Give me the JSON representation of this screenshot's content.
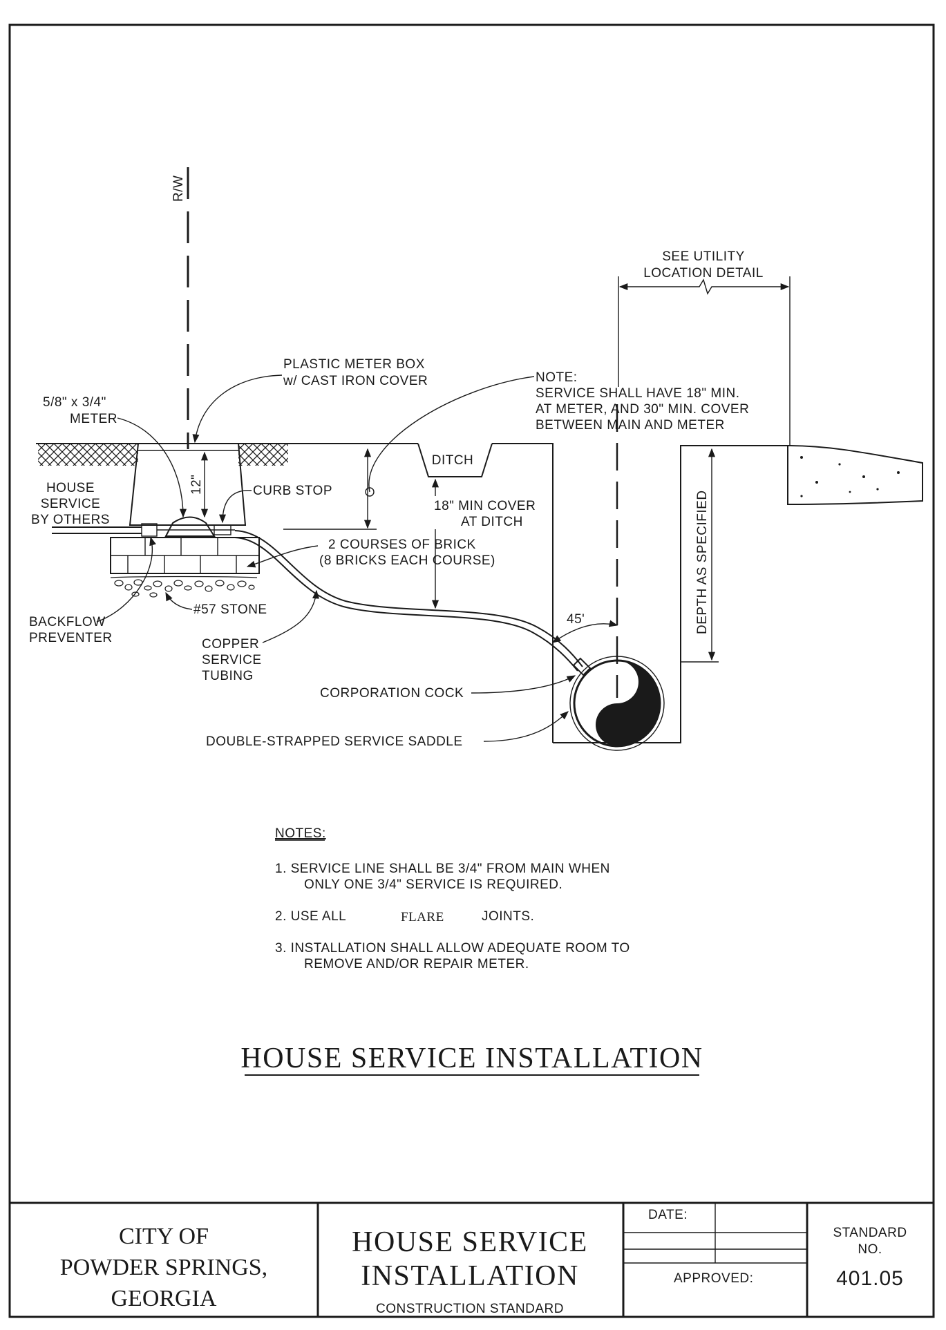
{
  "drawing": {
    "rw_label": "R/W",
    "see_utility_line1": "SEE UTILITY",
    "see_utility_line2": "LOCATION DETAIL",
    "meter_box_line1": "PLASTIC METER BOX",
    "meter_box_line2": "w/ CAST IRON COVER",
    "note_line1": "NOTE:",
    "note_line2": "SERVICE SHALL HAVE 18\" MIN.",
    "note_line3": "AT METER, AND 30\" MIN. COVER",
    "note_line4": "BETWEEN MAIN AND METER",
    "meter_line1": "5/8\" x 3/4\"",
    "meter_line2": "METER",
    "ditch": "DITCH",
    "twelve_inch": "12\"",
    "house_service_line1": "HOUSE",
    "house_service_line2": "SERVICE",
    "house_service_line3": "BY OTHERS",
    "curb_stop": "CURB STOP",
    "min_cover_line1": "18\" MIN COVER",
    "min_cover_line2": "AT DITCH",
    "brick_line1": "2 COURSES OF BRICK",
    "brick_line2": "(8 BRICKS EACH COURSE)",
    "depth": "DEPTH AS SPECIFIED",
    "stone": "#57 STONE",
    "backflow_line1": "BACKFLOW",
    "backflow_line2": "PREVENTER",
    "angle": "45'",
    "copper_line1": "COPPER",
    "copper_line2": "SERVICE",
    "copper_line3": "TUBING",
    "corporation_cock": "CORPORATION COCK",
    "saddle": "DOUBLE-STRAPPED SERVICE SADDLE"
  },
  "notes": {
    "heading": "NOTES:",
    "n1_line1": "1. SERVICE LINE SHALL BE 3/4\" FROM MAIN WHEN",
    "n1_line2": "ONLY ONE 3/4\" SERVICE IS REQUIRED.",
    "n2_a": "2. USE ALL",
    "n2_b": "FLARE",
    "n2_c": "JOINTS.",
    "n3_line1": "3. INSTALLATION SHALL ALLOW ADEQUATE ROOM TO",
    "n3_line2": "REMOVE AND/OR REPAIR METER."
  },
  "main_title": "HOUSE SERVICE INSTALLATION",
  "title_block": {
    "city_line1": "CITY OF",
    "city_line2": "POWDER SPRINGS,",
    "city_line3": "GEORGIA",
    "title_line1": "HOUSE SERVICE",
    "title_line2": "INSTALLATION",
    "subtitle": "CONSTRUCTION STANDARD",
    "date_label": "DATE:",
    "approved_label": "APPROVED:",
    "standard_line1": "STANDARD",
    "standard_line2": "NO.",
    "standard_number": "401.05"
  }
}
